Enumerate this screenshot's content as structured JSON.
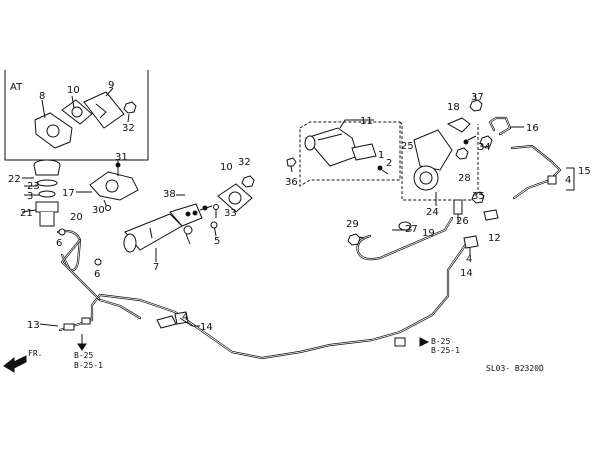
{
  "inset_label": "AT",
  "part_numbers": [
    "1",
    "2",
    "3",
    "4",
    "5",
    "6",
    "7",
    "8",
    "9",
    "10",
    "11",
    "12",
    "13",
    "14",
    "15",
    "16",
    "17",
    "18",
    "19",
    "20",
    "21",
    "22",
    "23",
    "24",
    "25",
    "26",
    "27",
    "28",
    "29",
    "30",
    "31",
    "32",
    "33",
    "34",
    "35",
    "36",
    "37",
    "38"
  ],
  "labels": {
    "p1": "1",
    "p2": "2",
    "p3": "3",
    "p4a": "4",
    "p4b": "4",
    "p4c": "4",
    "p5": "5",
    "p6": "6",
    "p7": "7",
    "p8": "8",
    "p9": "9",
    "p10a": "10",
    "p10b": "10",
    "p11": "11",
    "p12": "12",
    "p13": "13",
    "p14a": "14",
    "p14b": "14",
    "p15": "15",
    "p16": "16",
    "p17": "17",
    "p18": "18",
    "p19": "19",
    "p20": "20",
    "p21": "21",
    "p22": "22",
    "p23": "23",
    "p24": "24",
    "p25": "25",
    "p26": "26",
    "p27": "27",
    "p28": "28",
    "p29": "29",
    "p30": "30",
    "p31": "31",
    "p32a": "32",
    "p32b": "32",
    "p33": "33",
    "p34": "34",
    "p35": "35",
    "p36": "36",
    "p37": "37",
    "p38": "38"
  },
  "references": {
    "left_ref_1": "B-25",
    "left_ref_2": "B-25-1",
    "right_ref_1": "B-25",
    "right_ref_2": "B-25-1",
    "front_marker": "FR."
  },
  "diagram_code": "SL03- B2320D"
}
